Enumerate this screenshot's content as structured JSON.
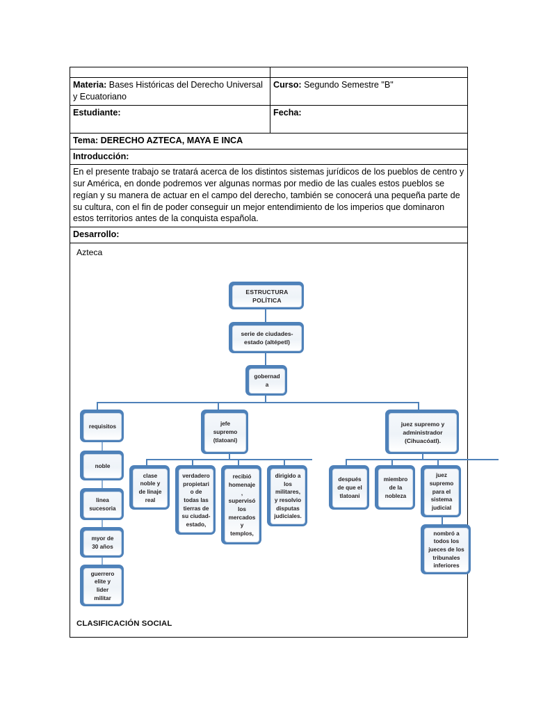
{
  "header": {
    "materia_label": "Materia:",
    "materia_value": "Bases Históricas del Derecho Universal y Ecuatoriano",
    "curso_label": "Curso:",
    "curso_value": "Segundo Semestre \"B\"",
    "estudiante_label": "Estudiante:",
    "estudiante_value": "",
    "fecha_label": "Fecha:",
    "fecha_value": "",
    "tema_label": "Tema:",
    "tema_value": "DERECHO AZTECA, MAYA E INCA"
  },
  "sections": {
    "introduccion_label": "Introducción:",
    "introduccion_text": "En el presente trabajo se tratará acerca de los distintos sistemas jurídicos de los pueblos de centro y sur América, en donde podremos ver algunas normas por medio de las cuales estos pueblos se regían y su manera de actuar en el campo del derecho, también se conocerá una pequeña parte de su cultura, con el fin de poder conseguir un mejor entendimiento de los imperios que dominaron estos territorios antes de la conquista española.",
    "desarrollo_label": "Desarrollo:",
    "azteca_label": "Azteca",
    "clasificacion_label": "CLASIFICACIÓN SOCIAL"
  },
  "colors": {
    "node_accent": "#4E81B9",
    "node_face": "#eef3f8",
    "connector": "#4E81B9",
    "table_border": "#000000"
  },
  "chart_data": {
    "type": "diagram",
    "title": "ESTRUCTURA POLÍTICA",
    "orientation": "top-down-org-chart",
    "nodes": [
      {
        "id": "n1",
        "label": "ESTRUCTURA\nPOLÍTICA"
      },
      {
        "id": "n2",
        "label": "serie de ciudades-\nestado (altépetl)"
      },
      {
        "id": "n3",
        "label": "gobernad\na"
      },
      {
        "id": "n4",
        "label": "requisitos"
      },
      {
        "id": "n5",
        "label": "jefe\nsupremo\n(tlatoani)"
      },
      {
        "id": "n6",
        "label": "juez supremo y\nadministrador\n(Cihuacóatl)."
      },
      {
        "id": "n7",
        "label": "noble"
      },
      {
        "id": "n8",
        "label": "linea\nsucesoria"
      },
      {
        "id": "n9",
        "label": "myor de\n30 años"
      },
      {
        "id": "n10",
        "label": "guerrero\nelite y\nlider\nmilitar"
      },
      {
        "id": "n11",
        "label": "clase\nnoble y\nde linaje\nreal"
      },
      {
        "id": "n12",
        "label": "verdadero\npropietari\no de\ntodas las\ntierras de\nsu ciudad-\nestado,"
      },
      {
        "id": "n13",
        "label": "recibió\nhomenaje\n,\nsupervisó\nlos\nmercados\ny\ntemplos,"
      },
      {
        "id": "n14",
        "label": "dirigido a\nlos\nmilitares,\ny resolvio\ndisputas\njudiciales."
      },
      {
        "id": "n15",
        "label": "después\nde que el\ntlatoani"
      },
      {
        "id": "n16",
        "label": "miembro\nde la\nnobleza"
      },
      {
        "id": "n17",
        "label": "juez\nsupremo\npara el\nsistema\njudicial"
      },
      {
        "id": "n18",
        "label": "nombró a\ntodos los\njueces de los\ntribunales\ninferiores"
      }
    ],
    "edges": [
      [
        "n1",
        "n2"
      ],
      [
        "n2",
        "n3"
      ],
      [
        "n3",
        "n4"
      ],
      [
        "n3",
        "n5"
      ],
      [
        "n3",
        "n6"
      ],
      [
        "n4",
        "n7"
      ],
      [
        "n7",
        "n8"
      ],
      [
        "n8",
        "n9"
      ],
      [
        "n9",
        "n10"
      ],
      [
        "n5",
        "n11"
      ],
      [
        "n5",
        "n12"
      ],
      [
        "n5",
        "n13"
      ],
      [
        "n5",
        "n14"
      ],
      [
        "n6",
        "n15"
      ],
      [
        "n6",
        "n16"
      ],
      [
        "n6",
        "n17"
      ],
      [
        "n17",
        "n18"
      ]
    ]
  }
}
